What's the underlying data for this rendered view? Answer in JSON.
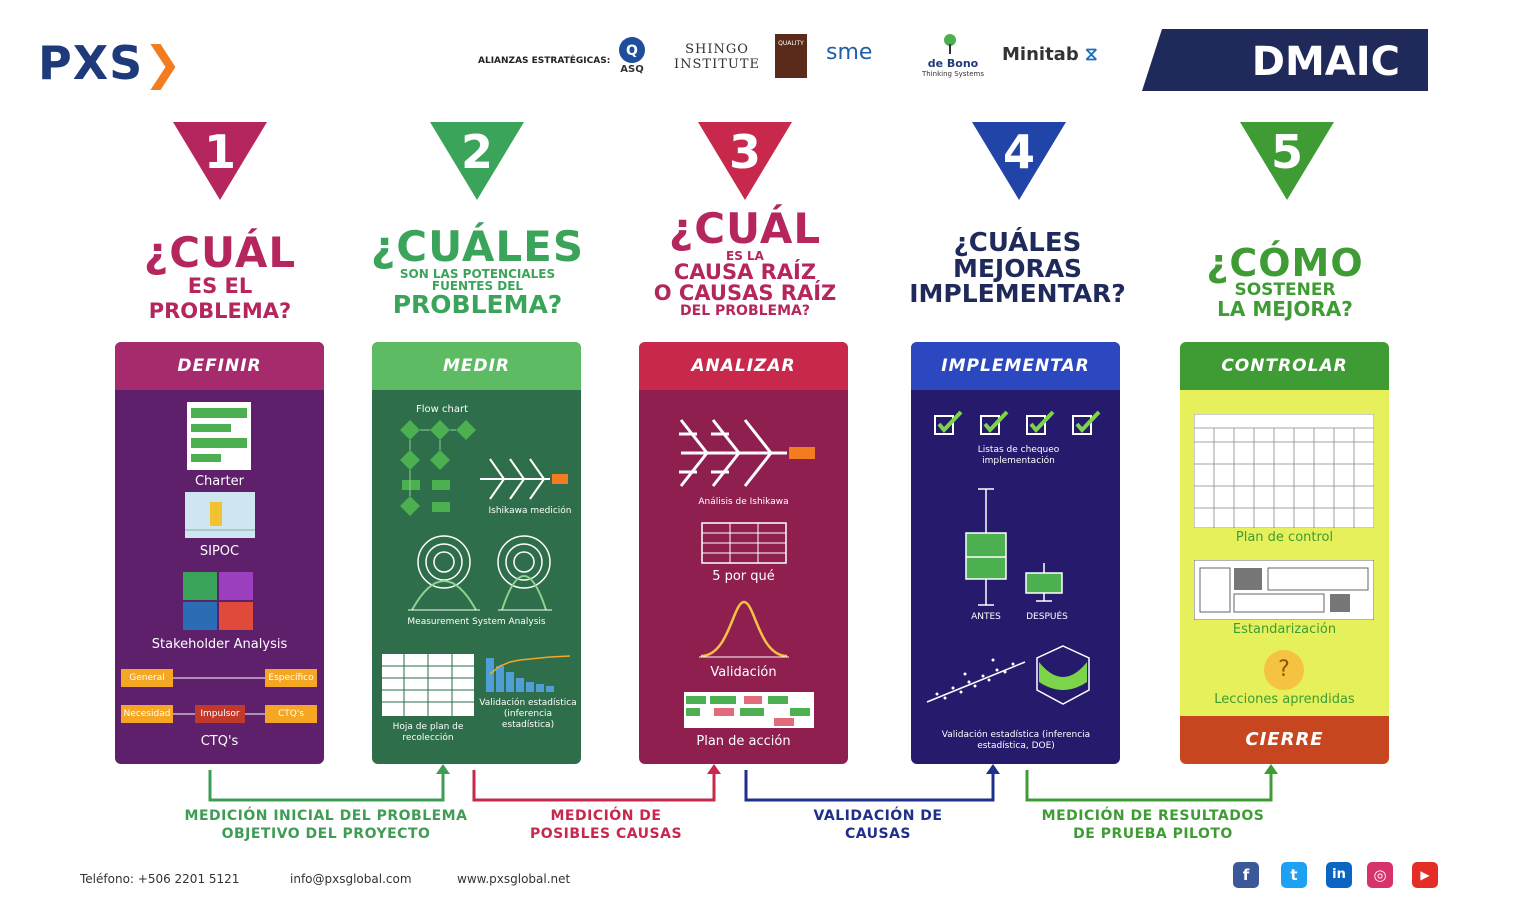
{
  "header": {
    "logo_text": "PXS",
    "logo_arrow": "❯",
    "alliances_label": "ALIANZAS ESTRATÉGICAS:",
    "partners": [
      {
        "name": "ASQ",
        "icon": "asq-logo"
      },
      {
        "name": "SHINGO INSTITUTE",
        "icon": "shingo-logo"
      },
      {
        "name": "QUALITY",
        "icon": "indiana-quality-logo"
      },
      {
        "name": "sme",
        "icon": "sme-logo"
      },
      {
        "name": "de Bono",
        "sub": "Thinking Systems",
        "icon": "debono-logo"
      },
      {
        "name": "Minitab",
        "icon": "minitab-logo"
      }
    ],
    "banner": "DMAIC"
  },
  "steps": [
    {
      "number": "1",
      "color": "#b5265f",
      "q_big": "¿CUÁL",
      "q_lines": [
        "ES EL",
        "PROBLEMA?"
      ],
      "title": "DEFINIR",
      "items": [
        "Charter",
        "SIPOC",
        "Stakeholder Analysis",
        "CTQ's"
      ],
      "ctq_boxes": [
        "General",
        "Específico",
        "Necesidad",
        "Impulsor",
        "CTQ's"
      ]
    },
    {
      "number": "2",
      "color": "#3aa55a",
      "q_big": "¿CUÁLES",
      "q_lines": [
        "SON LAS POTENCIALES",
        "FUENTES DEL",
        "PROBLEMA?"
      ],
      "title": "MEDIR",
      "items": [
        "Flow chart",
        "Ishikawa medición",
        "Measurement System Analysis",
        "Hoja de plan de recolección",
        "Validación estadística (inferencia estadística)"
      ]
    },
    {
      "number": "3",
      "color": "#c7284b",
      "q_big": "¿CUÁL",
      "q_lines": [
        "ES LA",
        "CAUSA RAÍZ",
        "O CAUSAS RAÍZ",
        "DEL PROBLEMA?"
      ],
      "title": "ANALIZAR",
      "items": [
        "Análisis de Ishikawa",
        "5 por qué",
        "Validación",
        "Plan de acción"
      ]
    },
    {
      "number": "4",
      "color": "#2044a8",
      "q_big": "¿CUÁLES",
      "q_lines": [
        "MEJORAS",
        "IMPLEMENTAR?"
      ],
      "title": "IMPLEMENTAR",
      "items": [
        "Listas de chequeo implementación",
        "ANTES",
        "DESPUÉS",
        "Validación estadística (inferencia estadística, DOE)"
      ]
    },
    {
      "number": "5",
      "color": "#3f9c35",
      "q_big": "¿CÓMO",
      "q_lines": [
        "SOSTENER",
        "LA MEJORA?"
      ],
      "title": "CONTROLAR",
      "items": [
        "Plan de control",
        "Estandarización",
        "Lecciones aprendidas"
      ],
      "footer": "CIERRE"
    }
  ],
  "phases": [
    {
      "lines": [
        "MEDICIÓN INICIAL DEL PROBLEMA",
        "OBJETIVO DEL PROYECTO"
      ],
      "color": "#3f9c55"
    },
    {
      "lines": [
        "MEDICIÓN DE",
        "POSIBLES CAUSAS"
      ],
      "color": "#c7284b"
    },
    {
      "lines": [
        "VALIDACIÓN DE",
        "CAUSAS"
      ],
      "color": "#1f2f8a"
    },
    {
      "lines": [
        "MEDICIÓN DE RESULTADOS",
        "DE PRUEBA PILOTO"
      ],
      "color": "#3f9c35"
    }
  ],
  "contact": {
    "phone": "Teléfono: +506 2201 5121",
    "email": "info@pxsglobal.com",
    "web": "www.pxsglobal.net"
  },
  "social": [
    {
      "icon": "facebook-icon",
      "glyph": "f",
      "color": "#3b5998"
    },
    {
      "icon": "twitter-icon",
      "glyph": "t",
      "color": "#1da1f2"
    },
    {
      "icon": "linkedin-icon",
      "glyph": "in",
      "color": "#0a66c2"
    },
    {
      "icon": "instagram-icon",
      "glyph": "◎",
      "color": "#d6336c"
    },
    {
      "icon": "youtube-icon",
      "glyph": "▶",
      "color": "#e52d27"
    }
  ]
}
